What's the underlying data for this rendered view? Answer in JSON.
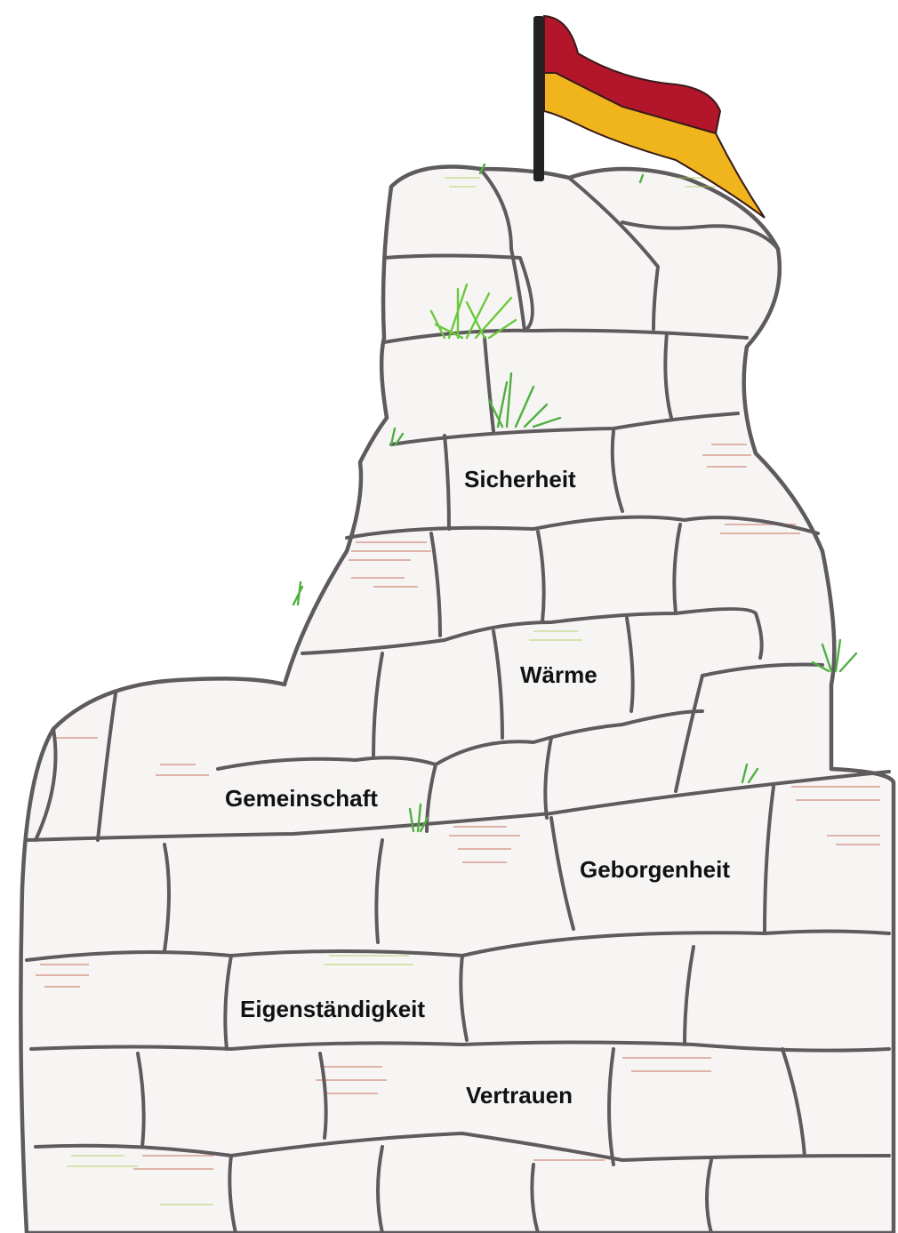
{
  "labels": {
    "sicherheit": "Sicherheit",
    "waerme": "Wärme",
    "gemeinschaft": "Gemeinschaft",
    "geborgenheit": "Geborgenheit",
    "eigenstaendigkeit": "Eigenständigkeit",
    "vertrauen": "Vertrauen"
  },
  "colors": {
    "flag_red": "#b3162b",
    "flag_yellow": "#f0b51d",
    "stone_outline": "#5e5a5e",
    "grass": "#5fc23a"
  }
}
